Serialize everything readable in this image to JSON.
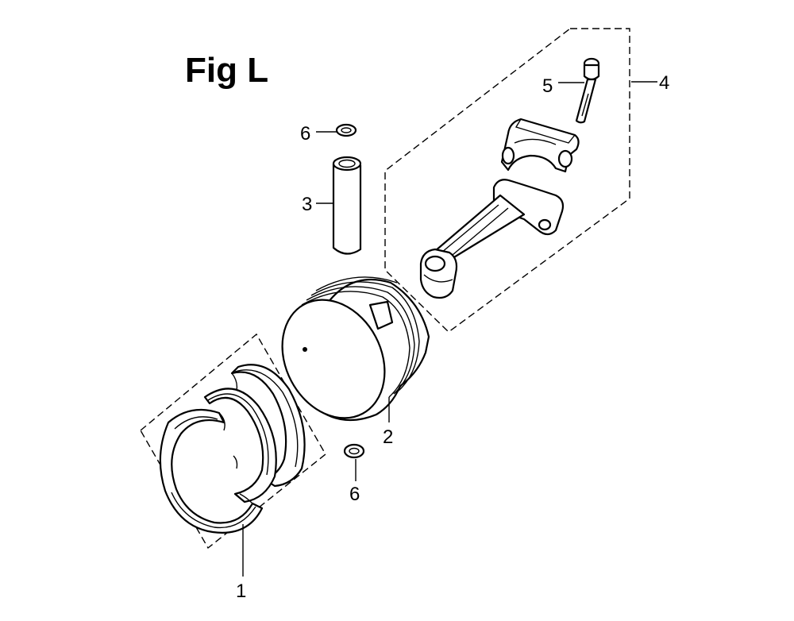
{
  "figure": {
    "title": "Fig L"
  },
  "callouts": [
    {
      "id": "ring",
      "label": "1"
    },
    {
      "id": "piston",
      "label": "2"
    },
    {
      "id": "pin",
      "label": "3"
    },
    {
      "id": "rod",
      "label": "4"
    },
    {
      "id": "bolt",
      "label": "5"
    },
    {
      "id": "clip-top",
      "label": "6"
    },
    {
      "id": "clip-bottom",
      "label": "6"
    }
  ]
}
